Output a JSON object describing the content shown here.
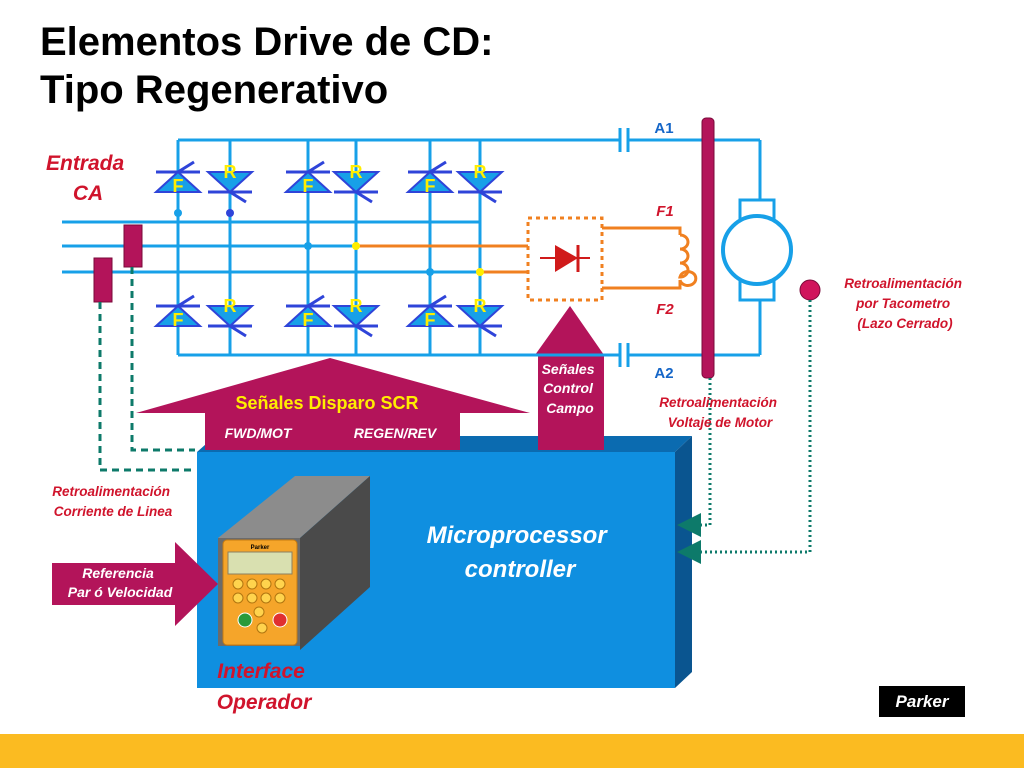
{
  "title": {
    "line1": "Elementos Drive de CD:",
    "line2": "Tipo Regenerativo"
  },
  "labels": {
    "input": [
      "Entrada",
      "CA"
    ],
    "a1": "A1",
    "a2": "A2",
    "f1": "F1",
    "f2": "F2",
    "tach_feedback": [
      "Retroalimentación",
      "por Tacometro",
      "(Lazo Cerrado)"
    ],
    "voltage_feedback": [
      "Retroalimentación",
      "Voltaje de Motor"
    ],
    "current_feedback": [
      "Retroalimentación",
      "Corriente de Linea"
    ],
    "field_signals": [
      "Señales",
      "Control",
      "Campo"
    ],
    "firing_signals": "Señales Disparo SCR",
    "fwd": "FWD/MOT",
    "regen": "REGEN/REV",
    "controller": [
      "Microprocessor",
      "controller"
    ],
    "reference": [
      "Referencia",
      "Par ó Velocidad"
    ],
    "operator": [
      "Interface",
      "Operador"
    ],
    "thyristor_f": "F",
    "thyristor_r": "R",
    "logo": "Parker",
    "keypad_brand": "Parker"
  },
  "colors": {
    "bus": "#17a0e8",
    "thyristor": "#2f44d9",
    "field": "#f08020",
    "accent_red": "#d0142c",
    "magenta": "#b3145a",
    "controller": "#0f8fe0",
    "footer": "#fbbb21"
  }
}
